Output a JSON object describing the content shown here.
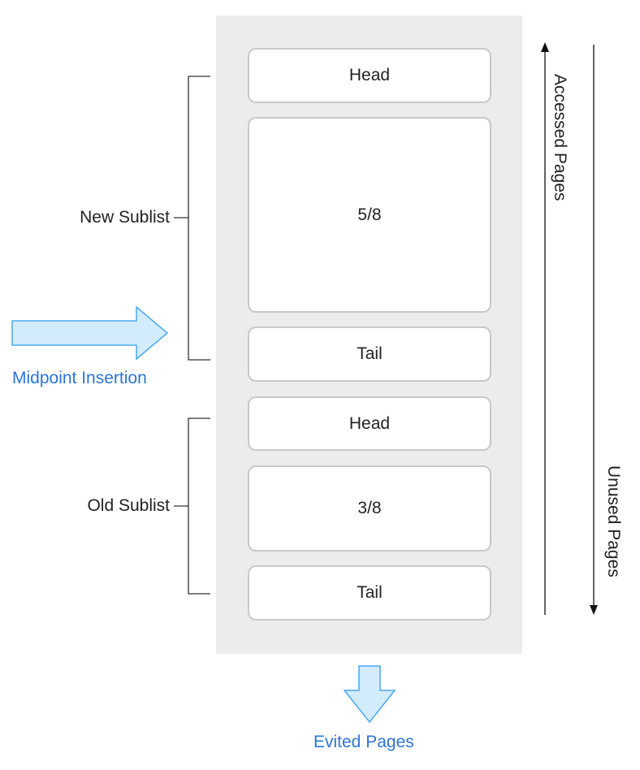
{
  "lru_list": {
    "new_sublist": {
      "label": "New Sublist",
      "blocks": [
        "Head",
        "5/8",
        "Tail"
      ]
    },
    "old_sublist": {
      "label": "Old Sublist",
      "blocks": [
        "Head",
        "3/8",
        "Tail"
      ]
    }
  },
  "annotations": {
    "midpoint_insertion": "Midpoint Insertion",
    "evicted_pages": "Evited Pages",
    "accessed_pages": "Accessed Pages",
    "unused_pages": "Unused Pages"
  },
  "colors": {
    "arrow_fill": "#d3ecfb",
    "arrow_stroke": "#4aa8f0",
    "annotation_text": "#2e74d6",
    "panel_bg": "#ececec",
    "block_border": "#c8c8c8"
  }
}
